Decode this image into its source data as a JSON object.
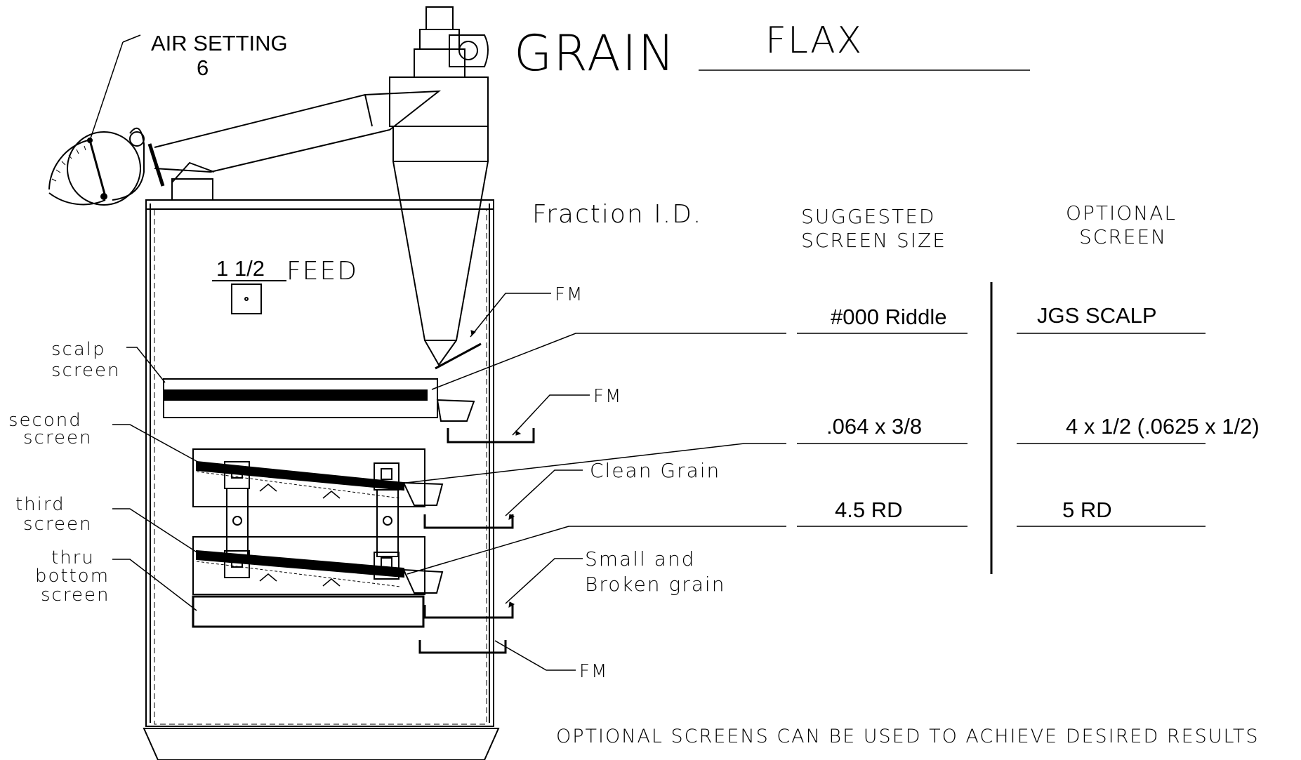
{
  "air_setting": {
    "label": "AIR SETTING",
    "value": "6"
  },
  "grain": {
    "label": "GRAIN",
    "value": "FLAX"
  },
  "feed": {
    "value": "1 1/2",
    "label": "FEED"
  },
  "headers": {
    "fraction": "Fraction I.D.",
    "suggested_line1": "SUGGESTED",
    "suggested_line2": "SCREEN SIZE",
    "optional_line1": "OPTIONAL",
    "optional_line2": "SCREEN"
  },
  "screen_labels": {
    "scalp_1": "scalp",
    "scalp_2": "screen",
    "second_1": "second",
    "second_2": "screen",
    "third_1": "third",
    "third_2": "screen",
    "thru_1": "thru",
    "thru_2": "bottom",
    "thru_3": "screen"
  },
  "outputs": {
    "fm_top": "FM",
    "fm_mid": "FM",
    "clean_grain": "Clean Grain",
    "small_1": "Small and",
    "small_2": "Broken grain",
    "fm_bottom": "FM"
  },
  "rows": [
    {
      "suggested": "#000 Riddle",
      "optional": "JGS SCALP"
    },
    {
      "suggested": ".064 x 3/8",
      "optional": "4 x 1/2 (.0625 x 1/2)"
    },
    {
      "suggested": "4.5 RD",
      "optional": "5 RD"
    }
  ],
  "footer": "OPTIONAL SCREENS CAN BE USED TO ACHIEVE DESIRED RESULTS"
}
